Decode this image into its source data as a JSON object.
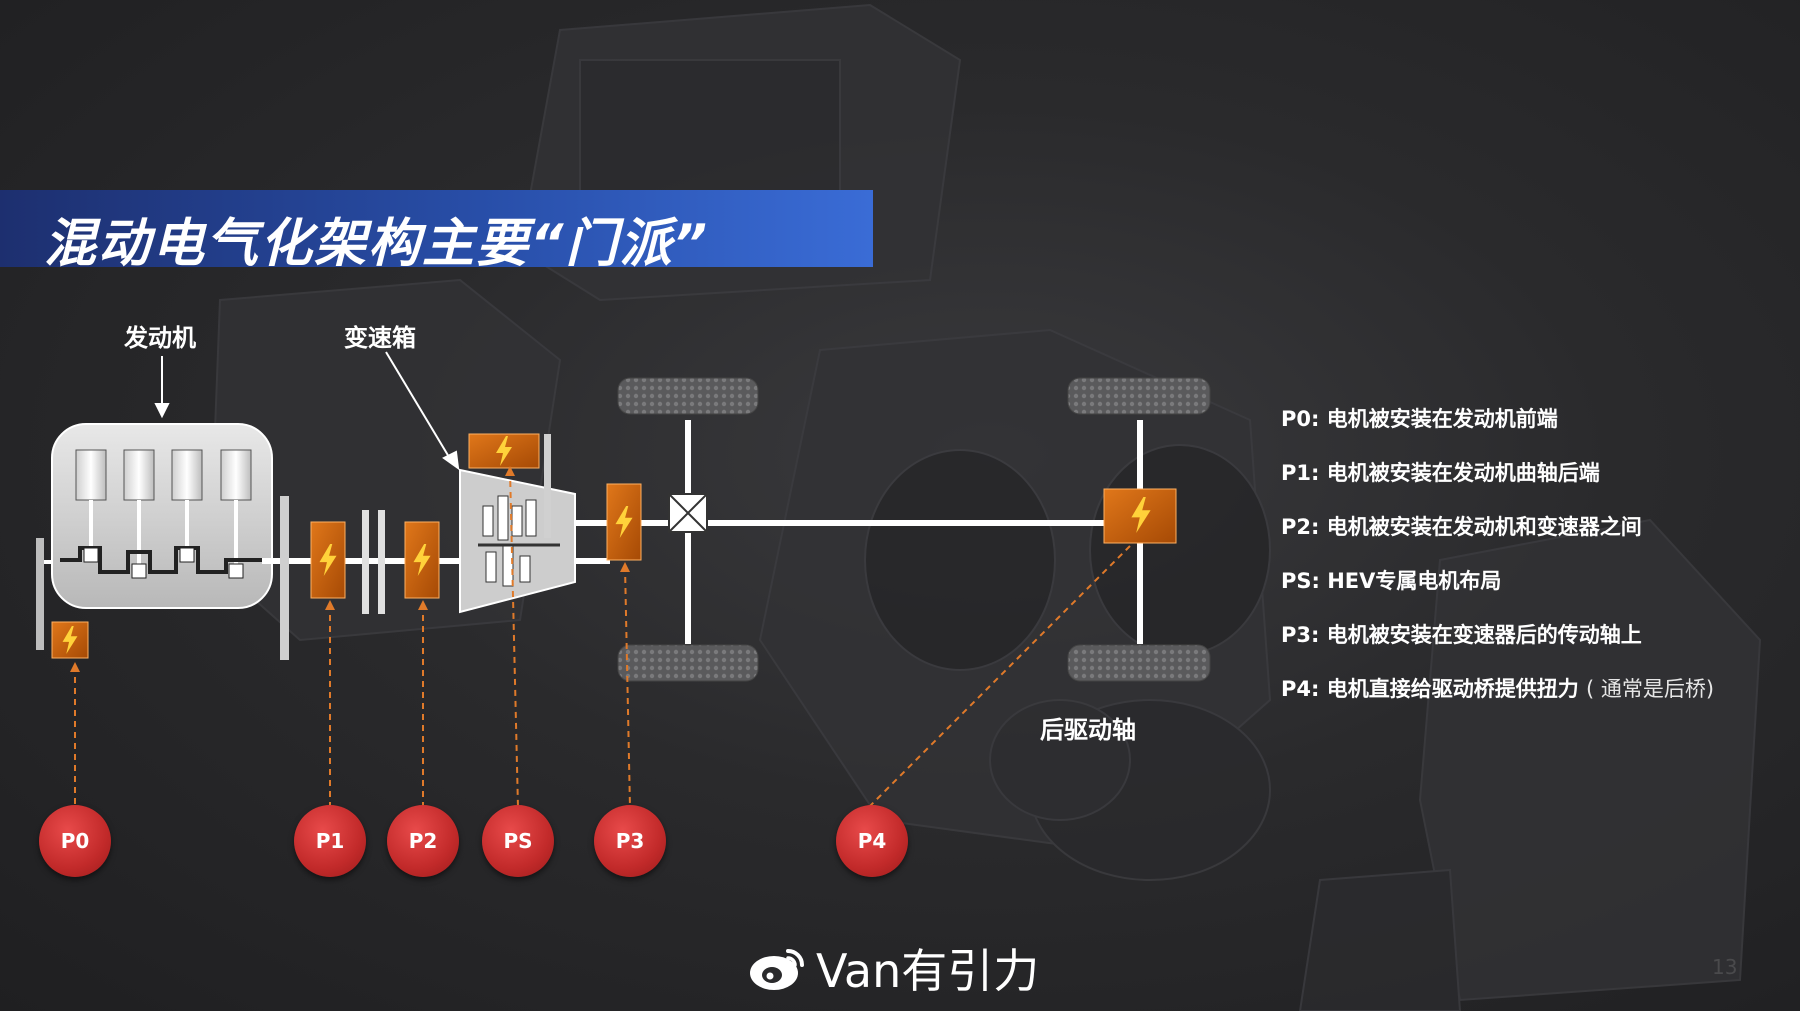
{
  "title": "混动电气化架构主要“门派”",
  "labels": {
    "engine": "发动机",
    "gearbox": "变速箱",
    "rear_axle": "后驱动轴"
  },
  "badges": [
    "P0",
    "P1",
    "P2",
    "PS",
    "P3",
    "P4"
  ],
  "legend": [
    {
      "key": "P0:",
      "text": "电机被安装在发动机前端",
      "note": ""
    },
    {
      "key": "P1:",
      "text": "电机被安装在发动机曲轴后端",
      "note": ""
    },
    {
      "key": "P2:",
      "text": "电机被安装在发动机和变速器之间",
      "note": ""
    },
    {
      "key": "PS:",
      "text": "HEV专属电机布局",
      "note": ""
    },
    {
      "key": "P3:",
      "text": "电机被安装在变速器后的传动轴上",
      "note": ""
    },
    {
      "key": "P4:",
      "text": "电机直接给驱动桥提供扭力",
      "note": "( 通常是后桥)"
    }
  ],
  "watermark": "Van有引力",
  "page_number": "13",
  "colors": {
    "title_band": "#284ea8",
    "motor_box": "#c8600a",
    "badge": "#c22a2a",
    "dashed_line": "#e07a2a"
  }
}
